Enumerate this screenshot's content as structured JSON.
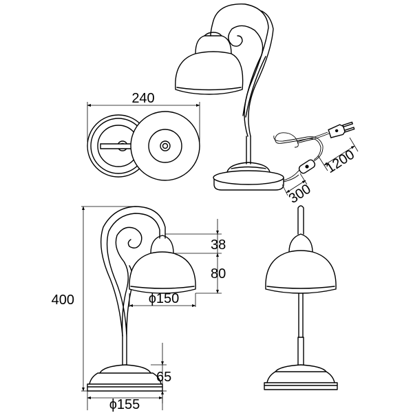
{
  "drawing": {
    "dimensions": {
      "top_width": "240",
      "cord_length": "1200",
      "switch_length": "300",
      "height_total": "400",
      "shade_top_height": "38",
      "shade_bottom_height": "80",
      "shade_diameter": "ϕ150",
      "base_height": "65",
      "base_diameter": "ϕ155"
    }
  }
}
